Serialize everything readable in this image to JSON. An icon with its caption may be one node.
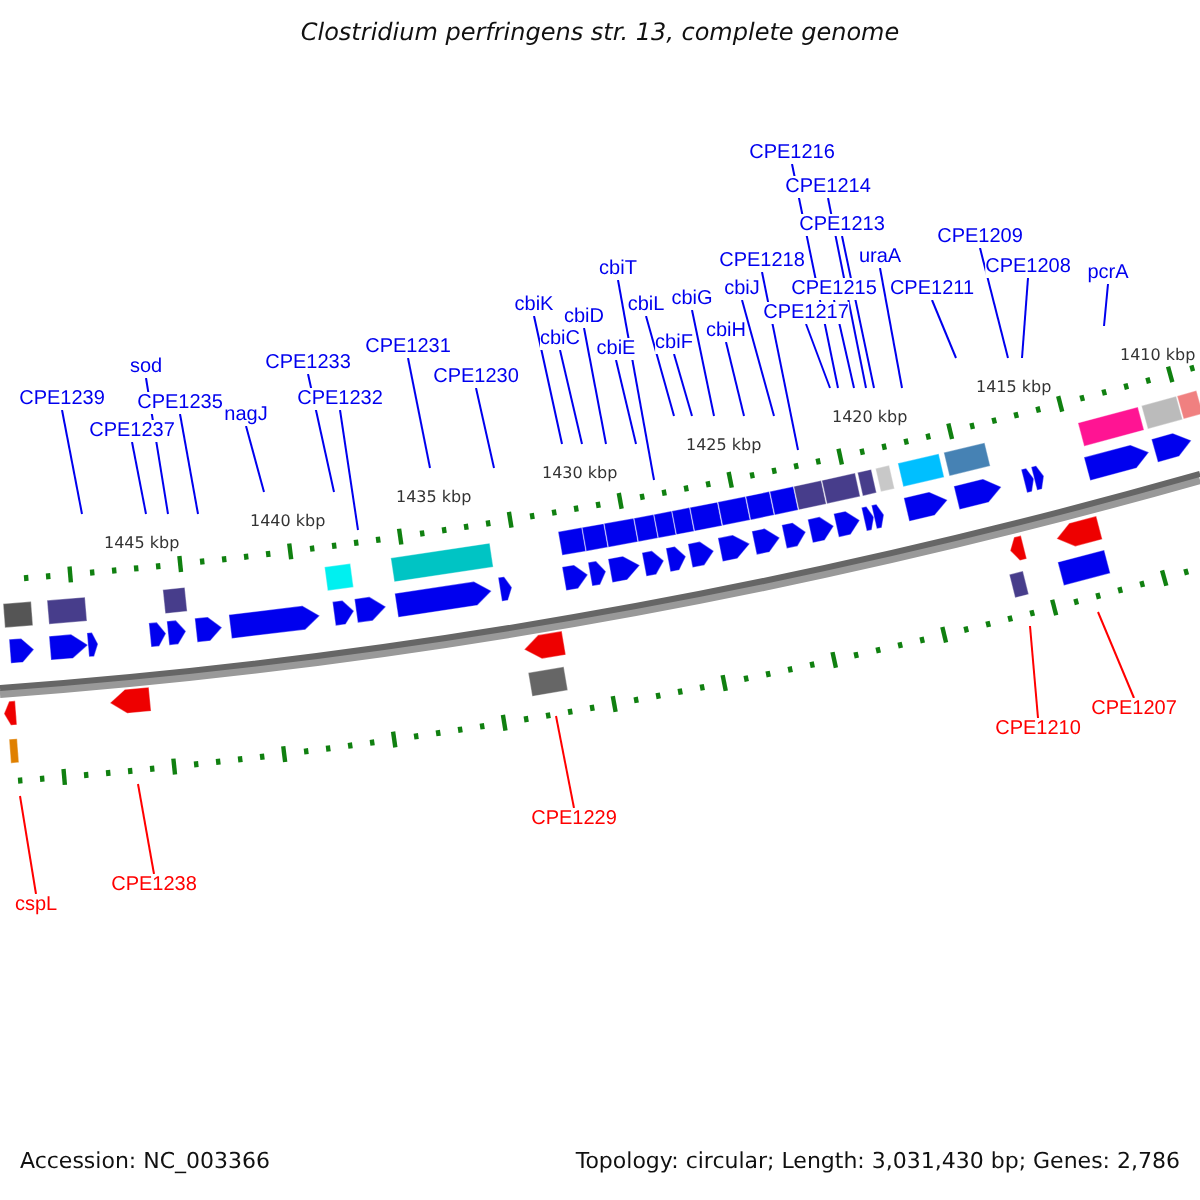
{
  "diagram": {
    "title": "Clostridium perfringens str. 13, complete genome",
    "nodes": [
      {
        "text": [
          "CPE1239"
        ]
      },
      {
        "text": [
          "sod"
        ]
      },
      {
        "text": [
          "CPE1237"
        ]
      },
      {
        "text": [
          "CPE1235"
        ]
      },
      {
        "text": [
          "nagJ"
        ]
      },
      {
        "text": [
          "CPE1233"
        ]
      },
      {
        "text": [
          "CPE1232"
        ]
      },
      {
        "text": [
          "CPE1231"
        ]
      },
      {
        "text": [
          "CPE1230"
        ]
      },
      {
        "text": [
          "cbiK"
        ]
      },
      {
        "text": [
          "cbiC"
        ]
      },
      {
        "text": [
          "cbiD"
        ]
      },
      {
        "text": [
          "cbiE"
        ]
      },
      {
        "text": [
          "cbiT"
        ]
      },
      {
        "text": [
          "cbiL"
        ]
      },
      {
        "text": [
          "cbiF"
        ]
      },
      {
        "text": [
          "cbiG"
        ]
      },
      {
        "text": [
          "cbiH"
        ]
      },
      {
        "text": [
          "cbiJ"
        ]
      },
      {
        "text": [
          "CPE1218"
        ]
      },
      {
        "text": [
          "CPE1217"
        ]
      },
      {
        "text": [
          "CPE1216"
        ]
      },
      {
        "text": [
          "CPE1215"
        ]
      },
      {
        "text": [
          "CPE1214"
        ]
      },
      {
        "text": [
          "CPE1213"
        ]
      },
      {
        "text": [
          "uraA"
        ]
      },
      {
        "text": [
          "CPE1211"
        ]
      },
      {
        "text": [
          "CPE1209"
        ]
      },
      {
        "text": [
          "CPE1208"
        ]
      },
      {
        "text": [
          "pcrA"
        ]
      },
      {
        "text": [
          "cspL"
        ]
      },
      {
        "text": [
          "CPE1238"
        ]
      },
      {
        "text": [
          "CPE1229"
        ]
      },
      {
        "text": [
          "CPE1210"
        ]
      },
      {
        "text": [
          "CPE1207"
        ]
      }
    ],
    "edges": [
      {
        "from": 0,
        "to": null,
        "arrow": "none"
      },
      {
        "from": 1,
        "to": null,
        "arrow": "none"
      },
      {
        "from": 2,
        "to": null,
        "arrow": "none"
      },
      {
        "from": 3,
        "to": null,
        "arrow": "none"
      },
      {
        "from": 4,
        "to": null,
        "arrow": "none"
      },
      {
        "from": 5,
        "to": null,
        "arrow": "none"
      },
      {
        "from": 6,
        "to": null,
        "arrow": "none"
      },
      {
        "from": 7,
        "to": null,
        "arrow": "none"
      },
      {
        "from": 8,
        "to": null,
        "arrow": "none"
      },
      {
        "from": 9,
        "to": null,
        "arrow": "none"
      },
      {
        "from": 10,
        "to": null,
        "arrow": "none"
      },
      {
        "from": 11,
        "to": null,
        "arrow": "none"
      },
      {
        "from": 12,
        "to": null,
        "arrow": "none"
      },
      {
        "from": 13,
        "to": null,
        "arrow": "none"
      },
      {
        "from": 14,
        "to": null,
        "arrow": "none"
      },
      {
        "from": 15,
        "to": null,
        "arrow": "none"
      },
      {
        "from": 16,
        "to": null,
        "arrow": "none"
      },
      {
        "from": 17,
        "to": null,
        "arrow": "none"
      },
      {
        "from": 18,
        "to": null,
        "arrow": "none"
      },
      {
        "from": 19,
        "to": null,
        "arrow": "none"
      },
      {
        "from": 20,
        "to": null,
        "arrow": "none"
      },
      {
        "from": 21,
        "to": null,
        "arrow": "none"
      },
      {
        "from": 22,
        "to": null,
        "arrow": "none"
      },
      {
        "from": 23,
        "to": null,
        "arrow": "none"
      },
      {
        "from": 24,
        "to": null,
        "arrow": "none"
      },
      {
        "from": 25,
        "to": null,
        "arrow": "none"
      },
      {
        "from": 26,
        "to": null,
        "arrow": "none"
      },
      {
        "from": 27,
        "to": null,
        "arrow": "none"
      },
      {
        "from": 28,
        "to": null,
        "arrow": "none"
      },
      {
        "from": 29,
        "to": null,
        "arrow": "none"
      },
      {
        "from": 30,
        "to": null,
        "arrow": "none",
        "color": "#ff0000"
      },
      {
        "from": 31,
        "to": null,
        "arrow": "none",
        "color": "#ff0000"
      },
      {
        "from": 32,
        "to": null,
        "arrow": "none",
        "color": "#ff0000"
      },
      {
        "from": 33,
        "to": null,
        "arrow": "none",
        "color": "#ff0000"
      },
      {
        "from": 34,
        "to": null,
        "arrow": "none",
        "color": "#ff0000"
      }
    ],
    "labels": [
      "1445 kbp",
      "1440 kbp",
      "1435 kbp",
      "1430 kbp",
      "1425 kbp",
      "1420 kbp",
      "1415 kbp",
      "1410 kbp",
      "Accession: NC_003366",
      "Topology: circular; Length: 3,031,430 bp; Genes: 2,786"
    ]
  }
}
